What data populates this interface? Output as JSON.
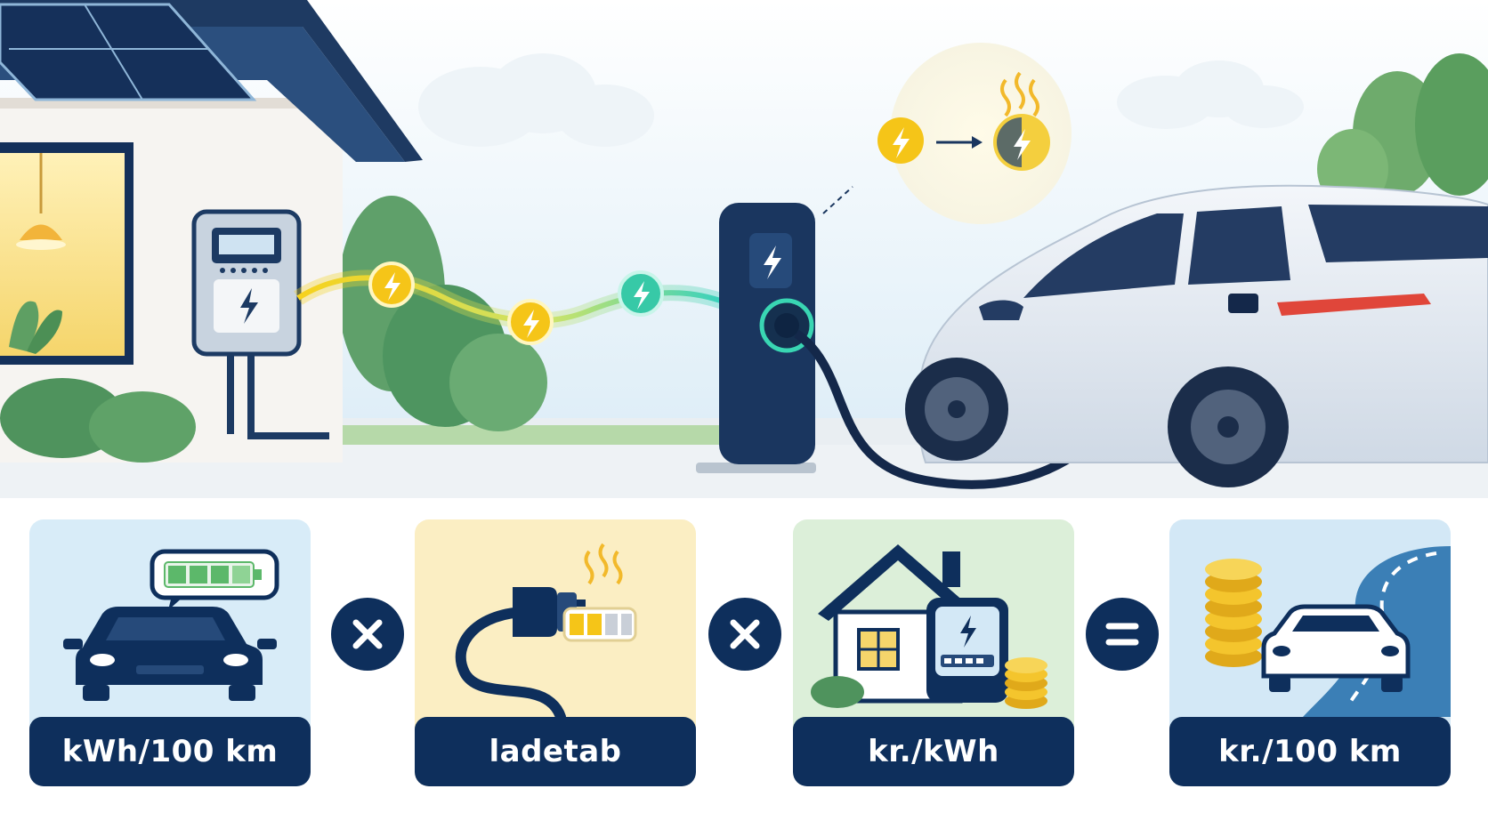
{
  "colors": {
    "navy": "#0e2f5c",
    "energy_yellow": "#f5c518",
    "energy_teal": "#2ec4a6",
    "card_blue": "#d8ecf8",
    "card_yellow": "#fbeec3",
    "card_green": "#dcefd9",
    "card_light_blue": "#d3e8f6"
  },
  "scene": {
    "icons": [
      "house-icon",
      "solar-panel-icon",
      "electricity-meter-icon",
      "charging-station-icon",
      "charging-cable-icon",
      "electric-car-icon",
      "lightning-bolt-icon",
      "coin-icon",
      "tree-icon"
    ]
  },
  "formula": {
    "cards": [
      {
        "label": "kWh/100 km",
        "icon": "car-battery-icon"
      },
      {
        "label": "ladetab",
        "icon": "charging-plug-loss-icon"
      },
      {
        "label": "kr./kWh",
        "icon": "home-meter-coins-icon"
      },
      {
        "label": "kr./100 km",
        "icon": "coins-road-car-icon"
      }
    ],
    "operators": [
      {
        "symbol": "multiply",
        "icon": "multiply-icon"
      },
      {
        "symbol": "multiply",
        "icon": "multiply-icon"
      },
      {
        "symbol": "equals",
        "icon": "equals-icon"
      }
    ]
  }
}
